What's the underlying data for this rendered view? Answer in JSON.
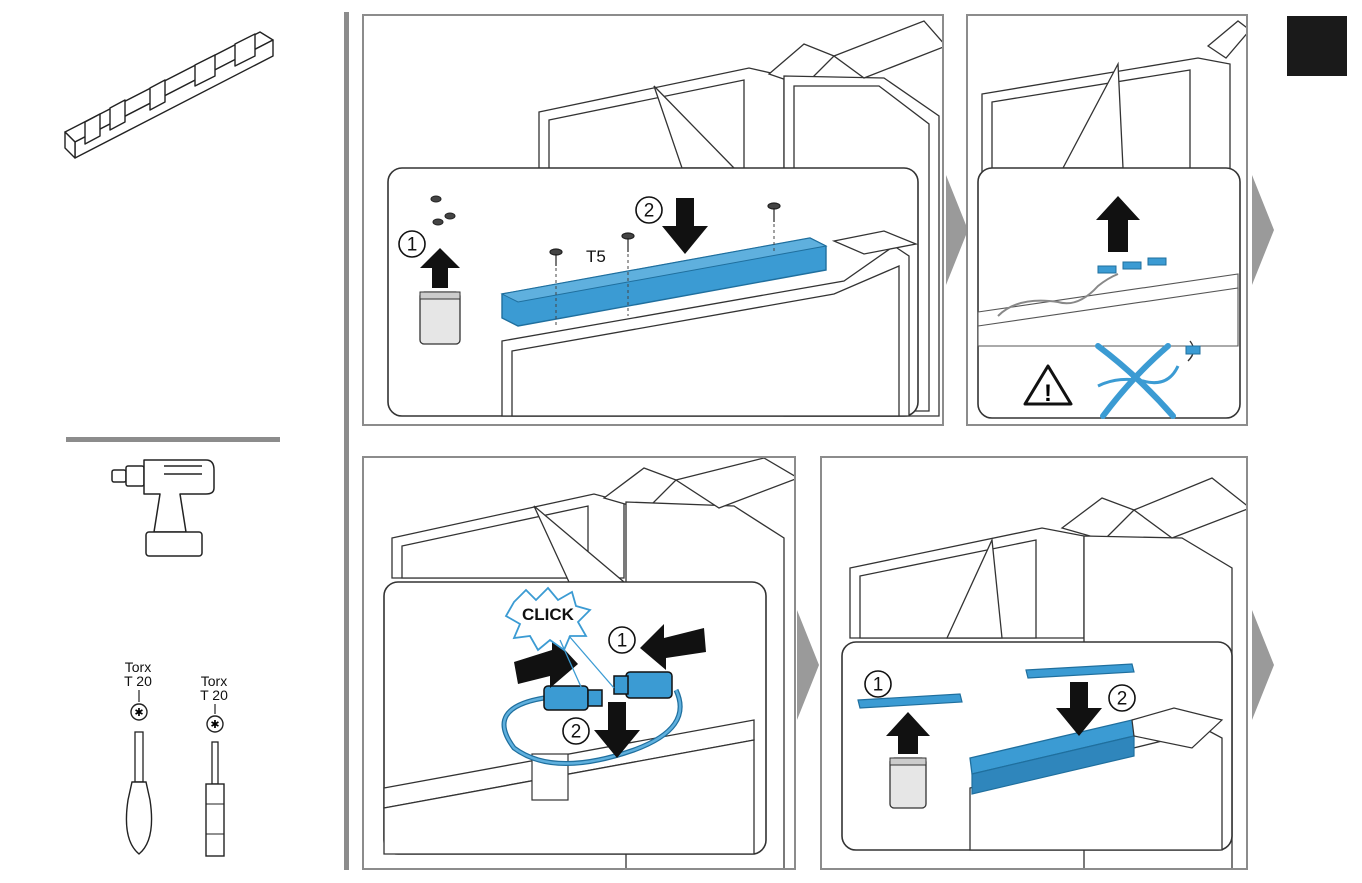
{
  "left_column": {
    "bracket": {
      "icon": "plastic-bracket-icon"
    },
    "tools": {
      "drill": {
        "icon": "cordless-drill-icon"
      },
      "screwdriver": {
        "label_line1": "Torx",
        "label_line2": "T 20",
        "icon": "torx-screwdriver-icon"
      },
      "bit": {
        "label_line1": "Torx",
        "label_line2": "T 20",
        "icon": "torx-bit-icon"
      }
    }
  },
  "step1": {
    "marker_1": "1",
    "marker_2": "2",
    "screw_label": "T5",
    "icons": [
      "screw-icon",
      "screw-bag-icon",
      "arrow-up-icon",
      "arrow-down-icon",
      "cover-strip-icon"
    ]
  },
  "step2": {
    "icons": [
      "arrow-up-icon",
      "warning-icon",
      "do-not-pull-cable-icon"
    ]
  },
  "step3": {
    "click_text": "CLICK",
    "marker_1": "1",
    "marker_2": "2",
    "icons": [
      "connector-icon",
      "arrow-right-icon",
      "arrow-left-icon",
      "arrow-down-icon"
    ]
  },
  "step4": {
    "marker_1": "1",
    "marker_2": "2",
    "icons": [
      "trim-strip-icon",
      "screw-bag-icon",
      "arrow-up-icon",
      "arrow-down-icon"
    ]
  },
  "colors": {
    "accent_blue": "#3b9bd3",
    "accent_blue_dark": "#1f6f9e",
    "frame_gray": "#8c8c8c",
    "arrow_gray": "#9a9a9a",
    "ink": "#111111"
  }
}
